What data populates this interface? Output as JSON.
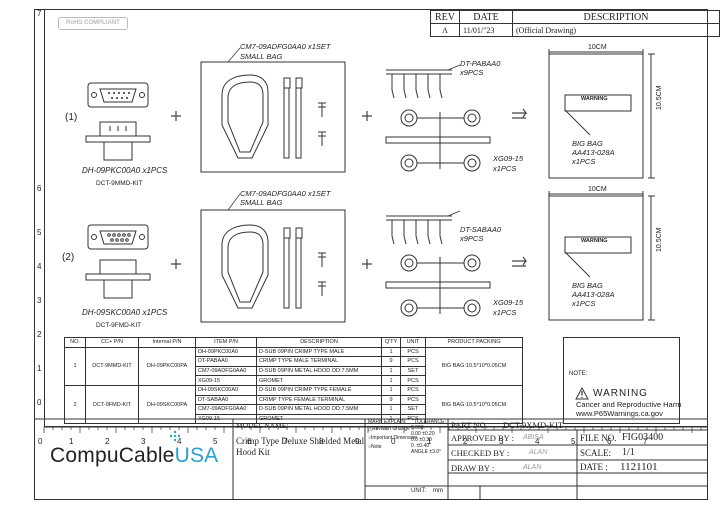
{
  "rohs_badge": "RoHS COMPLIANT",
  "revision_table": {
    "headers": [
      "REV",
      "DATE",
      "DESCRIPTION"
    ],
    "row": {
      "rev": "A",
      "date": "11/01/\"23",
      "description": "(Official Drawing)"
    }
  },
  "border_scale": {
    "left_numbers": [
      "7",
      "6",
      "5",
      "4",
      "3",
      "2",
      "1",
      "0"
    ],
    "bottom_numbers": [
      "0",
      "1",
      "2",
      "3",
      "4",
      "5",
      "6",
      "7",
      "8",
      "9",
      "0",
      "1",
      "2",
      "3",
      "4",
      "5",
      "6",
      "7"
    ]
  },
  "kit1": {
    "index": "(1)",
    "part_label": "DH-09PKC00A0  x1PCS",
    "kit_name": "DCT-9MMD-KIT",
    "hood_label_line1": "CM7-09ADFG0AA0  x1SET",
    "hood_label_line2": "SMALL BAG",
    "terminal_label_line1": "DT-PABAA0",
    "terminal_label_line2": "x9PCS",
    "grommet_label_line1": "XG09-15",
    "grommet_label_line2": "x1PCS",
    "bag_width": "10CM",
    "bag_height": "10.5CM",
    "bag_label_line1": "BIG  BAG",
    "bag_label_line2": "AA413-028A",
    "bag_label_line3": "x1PCS",
    "warning_text": "WARNING"
  },
  "kit2": {
    "index": "(2)",
    "part_label": "DH-09SKC00A0  x1PCS",
    "kit_name": "DCT-9FMD-KIT",
    "hood_label_line1": "CM7-09ADFG0AA0  x1SET",
    "hood_label_line2": "SMALL BAG",
    "terminal_label_line1": "DT-SABAA0",
    "terminal_label_line2": "x9PCS",
    "grommet_label_line1": "XG09-15",
    "grommet_label_line2": "x1PCS",
    "bag_width": "10CM",
    "bag_height": "10.5CM",
    "bag_label_line1": "BIG  BAG",
    "bag_label_line2": "AA413-028A",
    "bag_label_line3": "x1PCS",
    "warning_text": "WARNING"
  },
  "bom": {
    "headers": [
      "NO.",
      "CC+ P/N",
      "Internal P/N",
      "ITEM  P/N",
      "DESCRIPTION",
      "Q'TY",
      "UNIT",
      "PRODUCT  PACKING"
    ],
    "groups": [
      {
        "no": "1",
        "cc_pn": "DCT-9MMD-KIT",
        "internal_pn": "DH-09PKC00PA",
        "packing": "BIG  BAG:10.5*10*0.05CM",
        "items": [
          {
            "item": "DH-09PKC00A0",
            "desc": "D-SUB  09PIN  CRIMP  TYPE  MALE",
            "qty": "1",
            "unit": "PCS"
          },
          {
            "item": "DT-PABAA0",
            "desc": "CRIMP  TYPE  MALE  TERMINAL",
            "qty": "9",
            "unit": "PCS"
          },
          {
            "item": "CM7-09ADFG0AA0",
            "desc": "D-SUB  09PIN  METAL  HOOD  OD:7.5MM",
            "qty": "1",
            "unit": "SET"
          },
          {
            "item": "XG09-15",
            "desc": "GROMET",
            "qty": "1",
            "unit": "PCS"
          }
        ]
      },
      {
        "no": "2",
        "cc_pn": "DCT-9FMD-KIT",
        "internal_pn": "DH-09SKC00PA",
        "packing": "BIG  BAG:10.5*10*0.05CM",
        "items": [
          {
            "item": "DH-09SKC00A0",
            "desc": "D-SUB  09PIN  CRIMP  TYPE  FEMALE",
            "qty": "1",
            "unit": "PCS"
          },
          {
            "item": "DT-SABAA0",
            "desc": "CRIMP  TYPE  FEMALE  TERMINAL",
            "qty": "9",
            "unit": "PCS"
          },
          {
            "item": "CM7-09ADFG0AA0",
            "desc": "D-SUB  09PIN  METAL  HOOD  OD:7.5MM",
            "qty": "1",
            "unit": "SET"
          },
          {
            "item": "XG09-15",
            "desc": "GROMET",
            "qty": "1",
            "unit": "PCS"
          }
        ]
      }
    ]
  },
  "note": {
    "label": "NOTE:",
    "warning_title": "WARNING",
    "line1": "Cancer and Reproductive Harm",
    "line2": "www.P65Warnings.ca.gov"
  },
  "title_block": {
    "logo_main": "CompuCable",
    "logo_accent": "USA",
    "model_name_label": "MODEL  NAME:",
    "model_name_line1": "Crimp Type Deluxe Shielded Metal",
    "model_name_line2": "Hood Kit",
    "mark_explain": "MARK  EXPLAIN:",
    "mark_revision": "Revision  Change",
    "mark_important": "Important  Dimension",
    "mark_note": "Note",
    "tolerance_label": "TOLERANCE:",
    "tolerance_lines": [
      "0.000:",
      "0.00  ±0.20",
      "0.0    ±0.30",
      "0.     ±0.40",
      "ANGLE  ±3.0°"
    ],
    "unit_label": "UNIT:",
    "unit_value": "mm",
    "part_no_label": "PART  NO.",
    "part_no_value": "DCT-9XMD-KIT",
    "approved_label": "APPROVED  BY :",
    "approved_value": "ABISA",
    "checked_label": "CHECKED  BY :",
    "checked_value": "ALAN",
    "drawn_label": "DRAW  BY :",
    "drawn_value": "ALAN",
    "file_no_label": "FILE  NO.",
    "file_no_value": "FIG03400",
    "scale_label": "SCALE:",
    "scale_value": "1/1",
    "date_label": "DATE :",
    "date_value": "1121101"
  }
}
